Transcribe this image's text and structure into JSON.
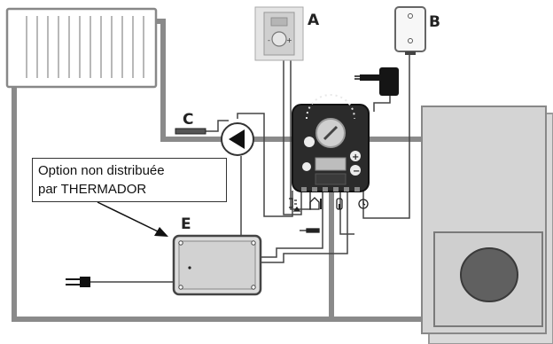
{
  "labels": {
    "a": "A",
    "b": "B",
    "c": "C",
    "e": "E"
  },
  "note": {
    "line1": "Option non distribuée",
    "line2": "par THERMADOR"
  },
  "icons": [
    "radiator-icon",
    "room-thermostat-icon",
    "outdoor-sensor-icon",
    "power-adapter-icon",
    "controller-icon",
    "circulator-pump-icon",
    "junction-box-icon",
    "power-plug-icon",
    "boiler-icon"
  ]
}
